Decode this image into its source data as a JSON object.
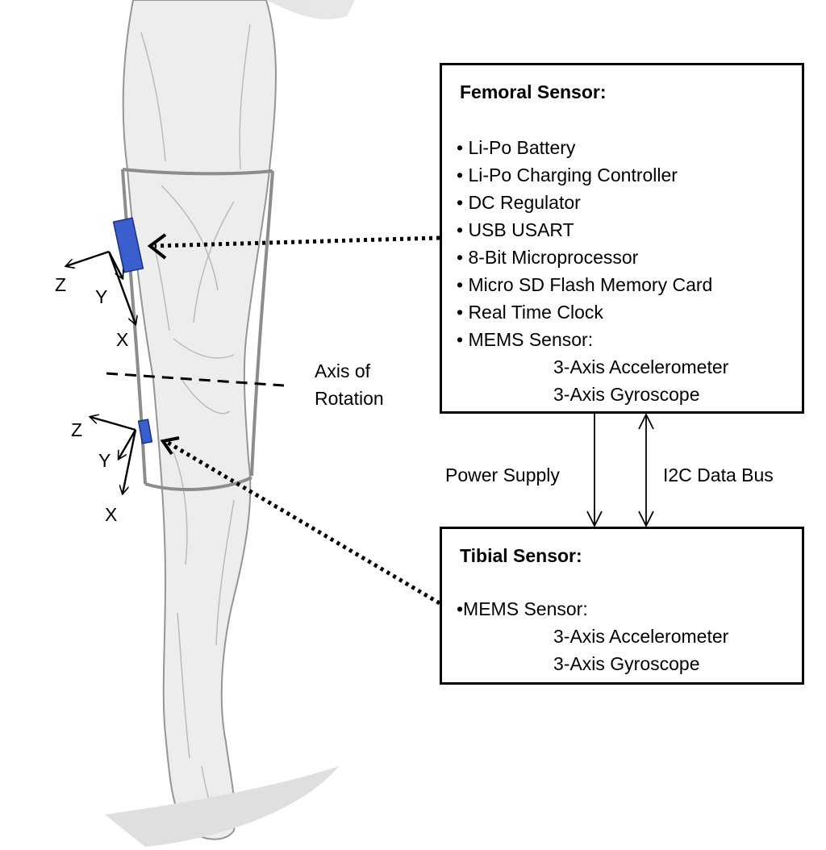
{
  "femoral": {
    "title": "Femoral Sensor:",
    "items": [
      "• Li-Po Battery",
      "• Li-Po Charging Controller",
      "• DC Regulator",
      "• USB USART",
      "• 8-Bit Microprocessor",
      "• Micro SD Flash Memory Card",
      "• Real Time Clock",
      "• MEMS Sensor:"
    ],
    "sub_items": [
      "3-Axis Accelerometer",
      "3-Axis Gyroscope"
    ]
  },
  "tibial": {
    "title": "Tibial Sensor:",
    "items": [
      "•MEMS Sensor:"
    ],
    "sub_items": [
      "3-Axis Accelerometer",
      "3-Axis Gyroscope"
    ]
  },
  "links": {
    "power": "Power Supply",
    "data": "I2C Data Bus"
  },
  "axis_of_rotation": [
    "Axis of",
    "Rotation"
  ],
  "axes_upper": {
    "z": "Z",
    "y": "Y",
    "x": "X"
  },
  "axes_lower": {
    "z": "Z",
    "y": "Y",
    "x": "X"
  },
  "colors": {
    "sensor": "#3a5fcd",
    "line": "#000000",
    "sketch": "#9a9a9a"
  }
}
